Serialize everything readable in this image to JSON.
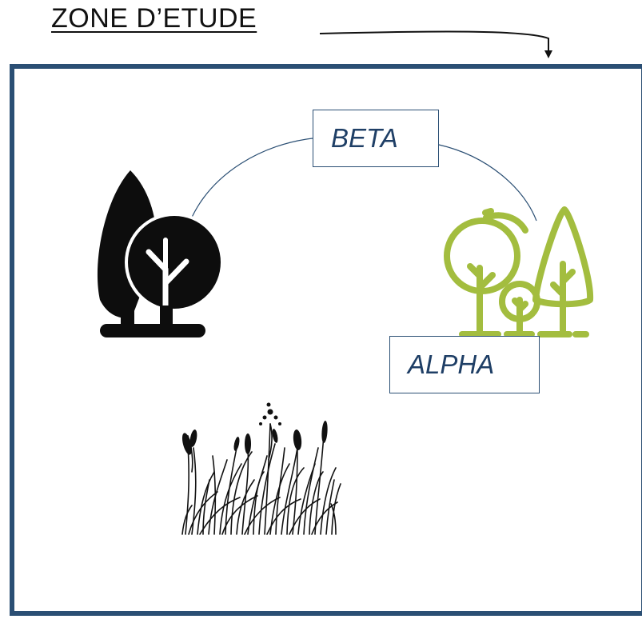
{
  "title": "ZONE D’ETUDE",
  "labels": {
    "beta": "BETA",
    "alpha": "ALPHA"
  },
  "colors": {
    "frame": "#2b4f74",
    "label_text": "#1f3f66",
    "dark_trees": "#0d0d0d",
    "green_trees": "#a3bd3f",
    "grass": "#111111"
  },
  "icons": {
    "dark_trees": "dark-trees-icon",
    "green_trees": "green-trees-icon",
    "grass": "grass-icon"
  }
}
